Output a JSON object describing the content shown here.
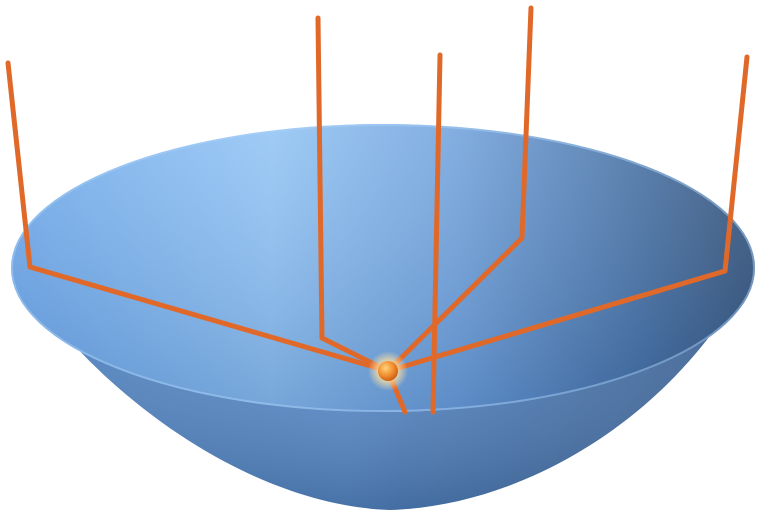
{
  "diagram": {
    "colors": {
      "background": "#ffffff",
      "dish_light": "#8fc0f2",
      "dish_mid": "#5d92d3",
      "dish_dark": "#2d4f7a",
      "ray": "#e0692a",
      "focus": "#f39a2a",
      "focus_glow": "#ffe7b3"
    },
    "rays": [
      {
        "id": "ray-1",
        "reflects": true
      },
      {
        "id": "ray-2",
        "reflects": true
      },
      {
        "id": "ray-3",
        "reflects": false
      },
      {
        "id": "ray-4",
        "reflects": true
      },
      {
        "id": "ray-5",
        "reflects": true
      }
    ],
    "components": [
      "parabolic-dish",
      "incoming-rays",
      "reflected-rays",
      "focal-point"
    ]
  }
}
